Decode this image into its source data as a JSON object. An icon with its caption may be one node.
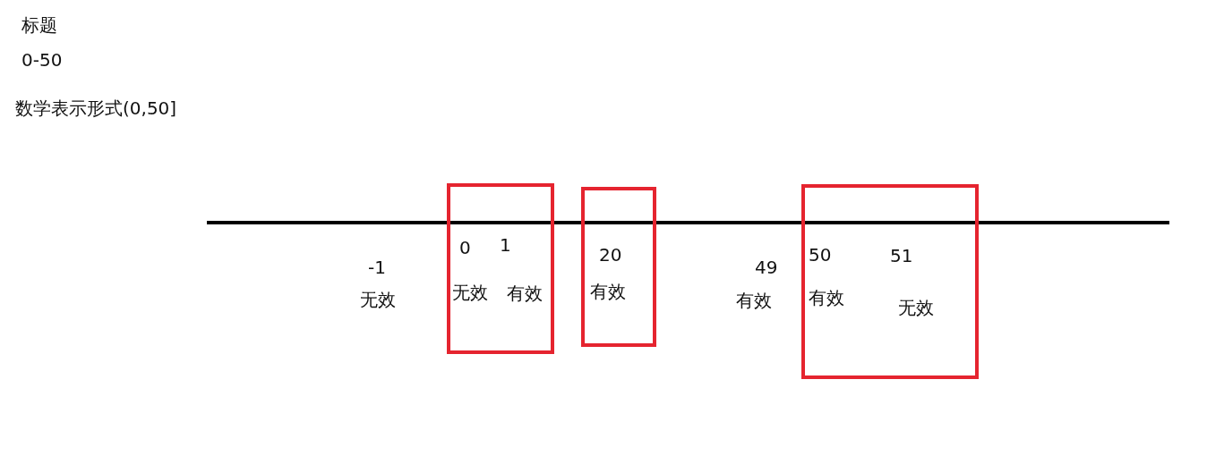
{
  "diagram": {
    "nodes": [
      {
        "text": [
          "0",
          "1",
          "无效",
          "有效"
        ]
      },
      {
        "text": [
          "20",
          "有效"
        ]
      },
      {
        "text": [
          "50",
          "51",
          "有效",
          "无效"
        ]
      }
    ],
    "labels": [
      "标题",
      "0-50",
      "数学表示形式(0,50]",
      "-1",
      "无效",
      "49",
      "有效"
    ]
  }
}
